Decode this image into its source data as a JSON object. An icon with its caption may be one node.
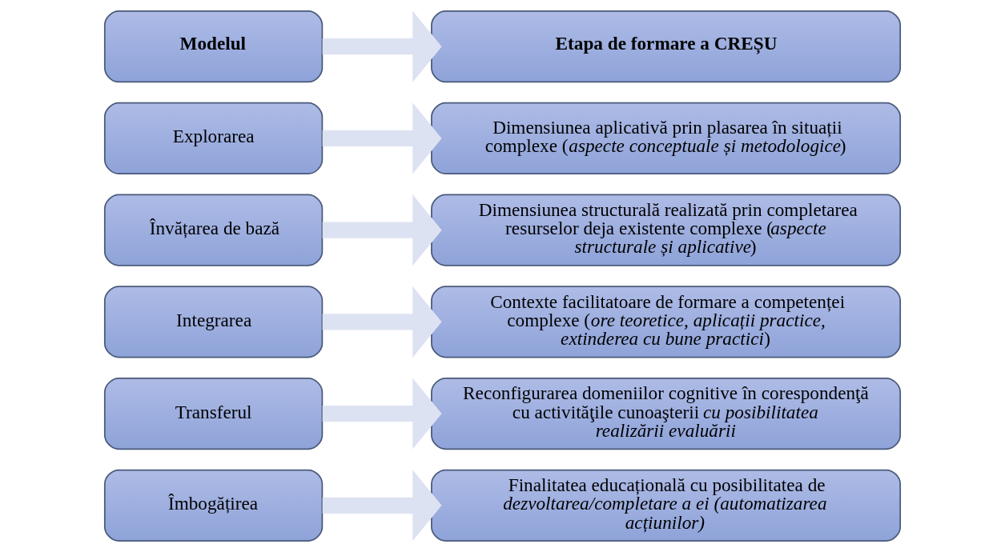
{
  "diagram": {
    "nodes": [
      {
        "text": [
          "Modelul"
        ]
      },
      {
        "text": [
          "Explorarea"
        ]
      },
      {
        "text": [
          "Învățarea de bază"
        ]
      },
      {
        "text": [
          "Integrarea"
        ]
      },
      {
        "text": [
          "Transferul"
        ]
      },
      {
        "text": [
          "Îmbogățirea"
        ]
      },
      {
        "text": [
          "Etapa de formare a CREȘU"
        ]
      },
      {
        "text": [
          "Dimensiunea aplicativă prin plasarea în situații complexe (*aspecte conceptuale și metodologice*)"
        ]
      },
      {
        "text": [
          "Dimensiunea structurală realizată prin completarea resurselor deja existente complexe (*aspecte structurale și aplicative*)"
        ]
      },
      {
        "text": [
          "Contexte facilitatoare de formare a competenței complexe (*ore teoretice, aplicații practice, extinderea cu bune practici*)"
        ]
      },
      {
        "text": [
          "Reconfigurarea domeniilor cognitive în corespondenţă cu activităţile cunoaşterii *cu posibilitatea realizării evaluării*"
        ]
      },
      {
        "text": [
          "Finalitatea educațională cu posibilitatea de *dezvoltarea/completare a ei (automatizarea acțiunilor)*"
        ]
      }
    ],
    "edges": [
      {
        "from": 0,
        "to": 6,
        "arrow": "to"
      },
      {
        "from": 1,
        "to": 7,
        "arrow": "to"
      },
      {
        "from": 2,
        "to": 8,
        "arrow": "to"
      },
      {
        "from": 3,
        "to": 9,
        "arrow": "to"
      },
      {
        "from": 4,
        "to": 10,
        "arrow": "to"
      },
      {
        "from": 5,
        "to": 11,
        "arrow": "to"
      }
    ]
  }
}
